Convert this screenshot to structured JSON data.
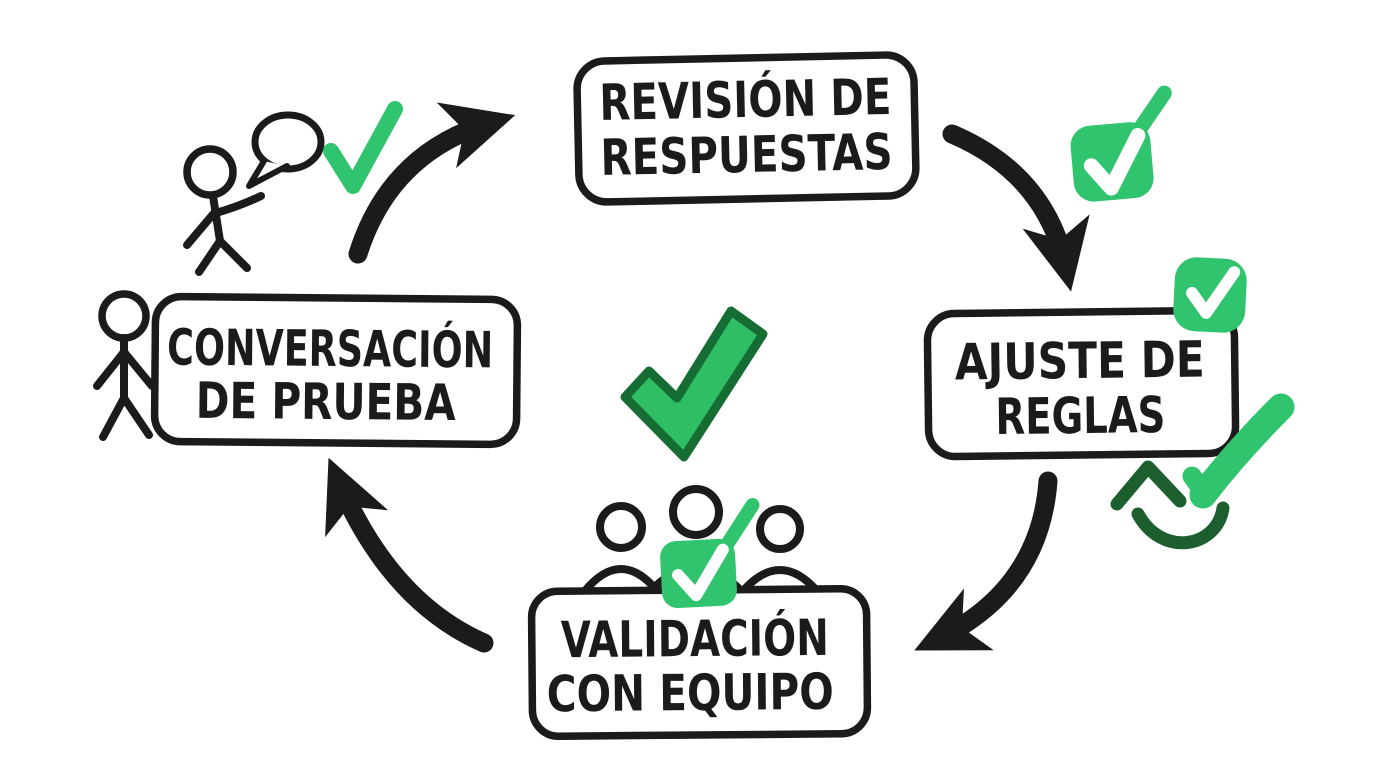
{
  "diagram": {
    "type": "hand-drawn cycle flowchart",
    "language": "es",
    "background": "#ffffff",
    "colors": {
      "ink": "#1b1b1b",
      "green": "#2fc46d",
      "green_fill": "#2fbe63",
      "green_dark": "#156d33",
      "green_deep": "#1c5e2d",
      "paper": "#ffffff"
    },
    "nodes": [
      {
        "id": "conversacion-de-prueba",
        "line1": "CONVERSACIÓN",
        "line2": "DE PRUEBA"
      },
      {
        "id": "revision-de-respuestas",
        "line1": "REVISIÓN DE",
        "line2": "RESPUESTAS"
      },
      {
        "id": "ajuste-de-reglas",
        "line1": "AJUSTE DE",
        "line2": "REGLAS"
      },
      {
        "id": "validacion-con-equipo",
        "line1": "VALIDACIÓN",
        "line2": "CON EQUIPO"
      }
    ],
    "flow": [
      {
        "from": "conversacion-de-prueba",
        "to": "revision-de-respuestas"
      },
      {
        "from": "revision-de-respuestas",
        "to": "ajuste-de-reglas"
      },
      {
        "from": "ajuste-de-reglas",
        "to": "validacion-con-equipo"
      },
      {
        "from": "validacion-con-equipo",
        "to": "conversacion-de-prueba"
      }
    ],
    "icons": {
      "check_glyph": "✓",
      "names": [
        "stick-figure-talking-icon",
        "speech-bubble-icon",
        "green-check-icon",
        "check-badge-icon",
        "corner-check-badge-icon",
        "team-icon",
        "brush-check-icon",
        "curved-return-arrow-icon",
        "stick-figure-icon",
        "big-check-icon"
      ]
    }
  }
}
